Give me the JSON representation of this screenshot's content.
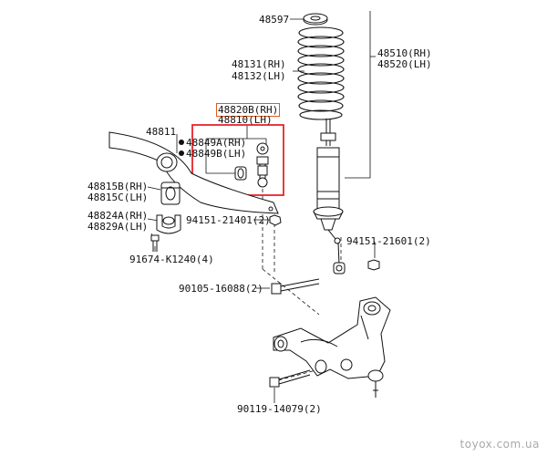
{
  "labels": {
    "p48597": "48597",
    "p48510": "48510(RH)",
    "p48520": "48520(LH)",
    "p48131": "48131(RH)",
    "p48132": "48132(LH)",
    "p48820": "48820B(RH)",
    "p48810": "48810(LH)",
    "p48811": "48811",
    "p48849a": "48849A(RH)",
    "p48849b": "48849B(LH)",
    "p48815": "48815B(RH)",
    "p48815c": "48815C(LH)",
    "p48824": "48824A(RH)",
    "p48829": "48829A(LH)",
    "p94151a": "94151-21401(2)",
    "p91674": "91674-K1240(4)",
    "p94151b": "94151-21601(2)",
    "p90105": "90105-16088(2)",
    "p90119": "90119-14079(2)"
  },
  "watermark": "toyox.com.ua",
  "colors": {
    "highlight_box": "#e8242b",
    "highlight_label": "#e25a1c",
    "ink": "#111111"
  }
}
